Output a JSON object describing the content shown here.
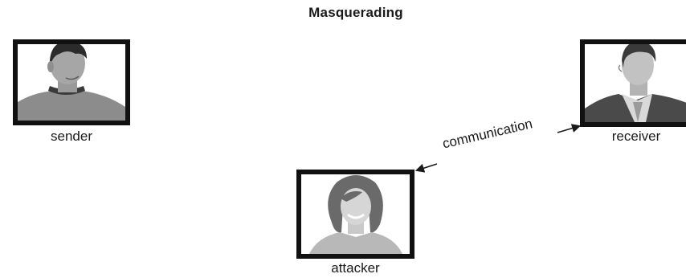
{
  "diagram": {
    "title": "Masquerading",
    "nodes": {
      "sender": {
        "label": "sender"
      },
      "receiver": {
        "label": "receiver"
      },
      "attacker": {
        "label": "attacker"
      }
    },
    "edge": {
      "label": "communication",
      "from": "attacker",
      "to": "receiver",
      "direction": "bidirectional"
    }
  }
}
